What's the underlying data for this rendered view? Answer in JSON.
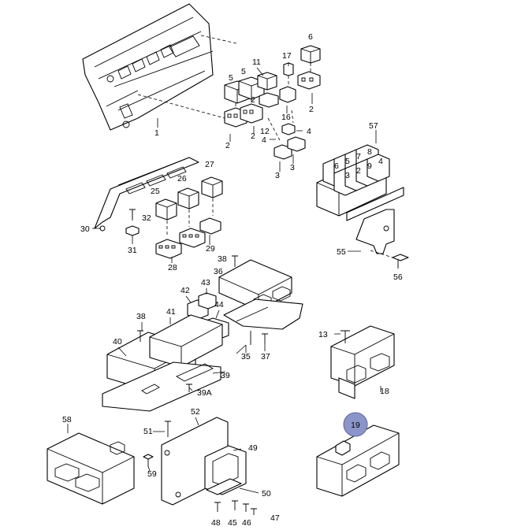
{
  "highlight": {
    "label": "19",
    "color": "#8b95c9"
  },
  "callouts": [
    "1",
    "2",
    "2",
    "2",
    "2",
    "3",
    "3",
    "4",
    "4",
    "5",
    "5",
    "6",
    "11",
    "12",
    "16",
    "17",
    "25",
    "26",
    "27",
    "28",
    "29",
    "30",
    "31",
    "32",
    "35",
    "36",
    "37",
    "38",
    "38",
    "39",
    "39A",
    "40",
    "41",
    "42",
    "43",
    "44",
    "13",
    "18",
    "55",
    "56",
    "57",
    "45",
    "46",
    "47",
    "48",
    "49",
    "50",
    "51",
    "52",
    "58",
    "59"
  ],
  "relay_keys": [
    "2",
    "3",
    "4",
    "5",
    "6",
    "7",
    "8",
    "9"
  ],
  "colors": {
    "line": "#000000",
    "background": "#ffffff",
    "highlight": "#8b95c9"
  }
}
